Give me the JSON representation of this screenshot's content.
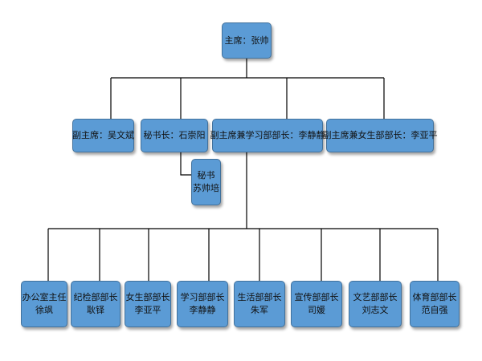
{
  "nodes": {
    "chair": {
      "lines": [
        "主席：张帅"
      ]
    },
    "vice1": {
      "lines": [
        "副主席：吴文斌"
      ]
    },
    "sec": {
      "lines": [
        "秘书长：石崇阳"
      ]
    },
    "vice2": {
      "lines": [
        "副主席兼学习部部长：李静静"
      ]
    },
    "vice3": {
      "lines": [
        "副主席兼女生部部长：李亚平"
      ]
    },
    "secretary": {
      "lines": [
        "秘书",
        "苏帅培"
      ]
    },
    "d1": {
      "lines": [
        "办公室主任",
        "徐飒"
      ]
    },
    "d2": {
      "lines": [
        "纪检部部长",
        "耿铎"
      ]
    },
    "d3": {
      "lines": [
        "女生部部长",
        "李亚平"
      ]
    },
    "d4": {
      "lines": [
        "学习部部长",
        "李静静"
      ]
    },
    "d5": {
      "lines": [
        "生活部部长",
        "朱军"
      ]
    },
    "d6": {
      "lines": [
        "宣传部部长",
        "司媛"
      ]
    },
    "d7": {
      "lines": [
        "文艺部部长",
        "刘志文"
      ]
    },
    "d8": {
      "lines": [
        "体育部部长",
        "范自强"
      ]
    }
  }
}
